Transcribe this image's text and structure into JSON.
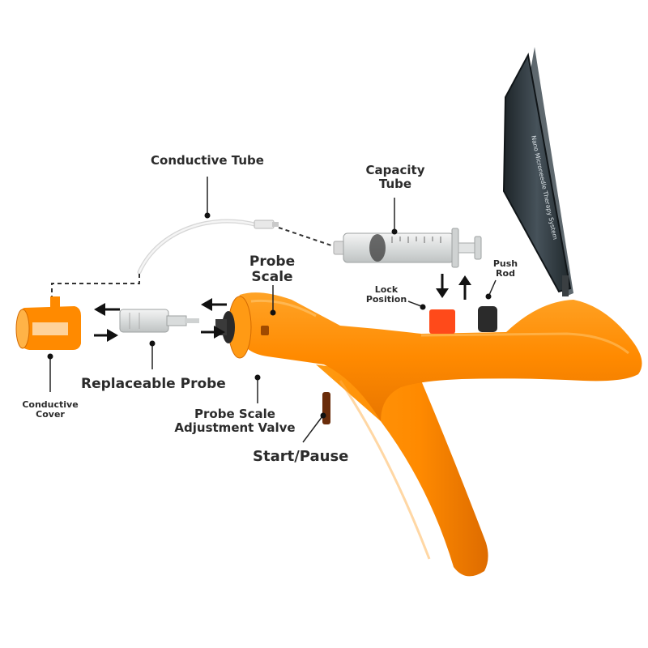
{
  "colors": {
    "body": "#ff8a00",
    "body_dark": "#e06f00",
    "tray": "#2b3338",
    "lock": "#ff4a1a",
    "label": "#2b2b2b"
  },
  "labels": {
    "conductive_tube": "Conductive Tube",
    "capacity_tube_1": "Capacity",
    "capacity_tube_2": "Tube",
    "probe_scale_1": "Probe",
    "probe_scale_2": "Scale",
    "push_rod_1": "Push",
    "push_rod_2": "Rod",
    "lock_position_1": "Lock",
    "lock_position_2": "Position",
    "replaceable_probe": "Replaceable Probe",
    "conductive_cover_1": "Conductive",
    "conductive_cover_2": "Cover",
    "probe_scale_valve_1": "Probe Scale",
    "probe_scale_valve_2": "Adjustment Valve",
    "start_pause": "Start/Pause"
  },
  "tray_text": "Nano Microneedle Therapy System"
}
